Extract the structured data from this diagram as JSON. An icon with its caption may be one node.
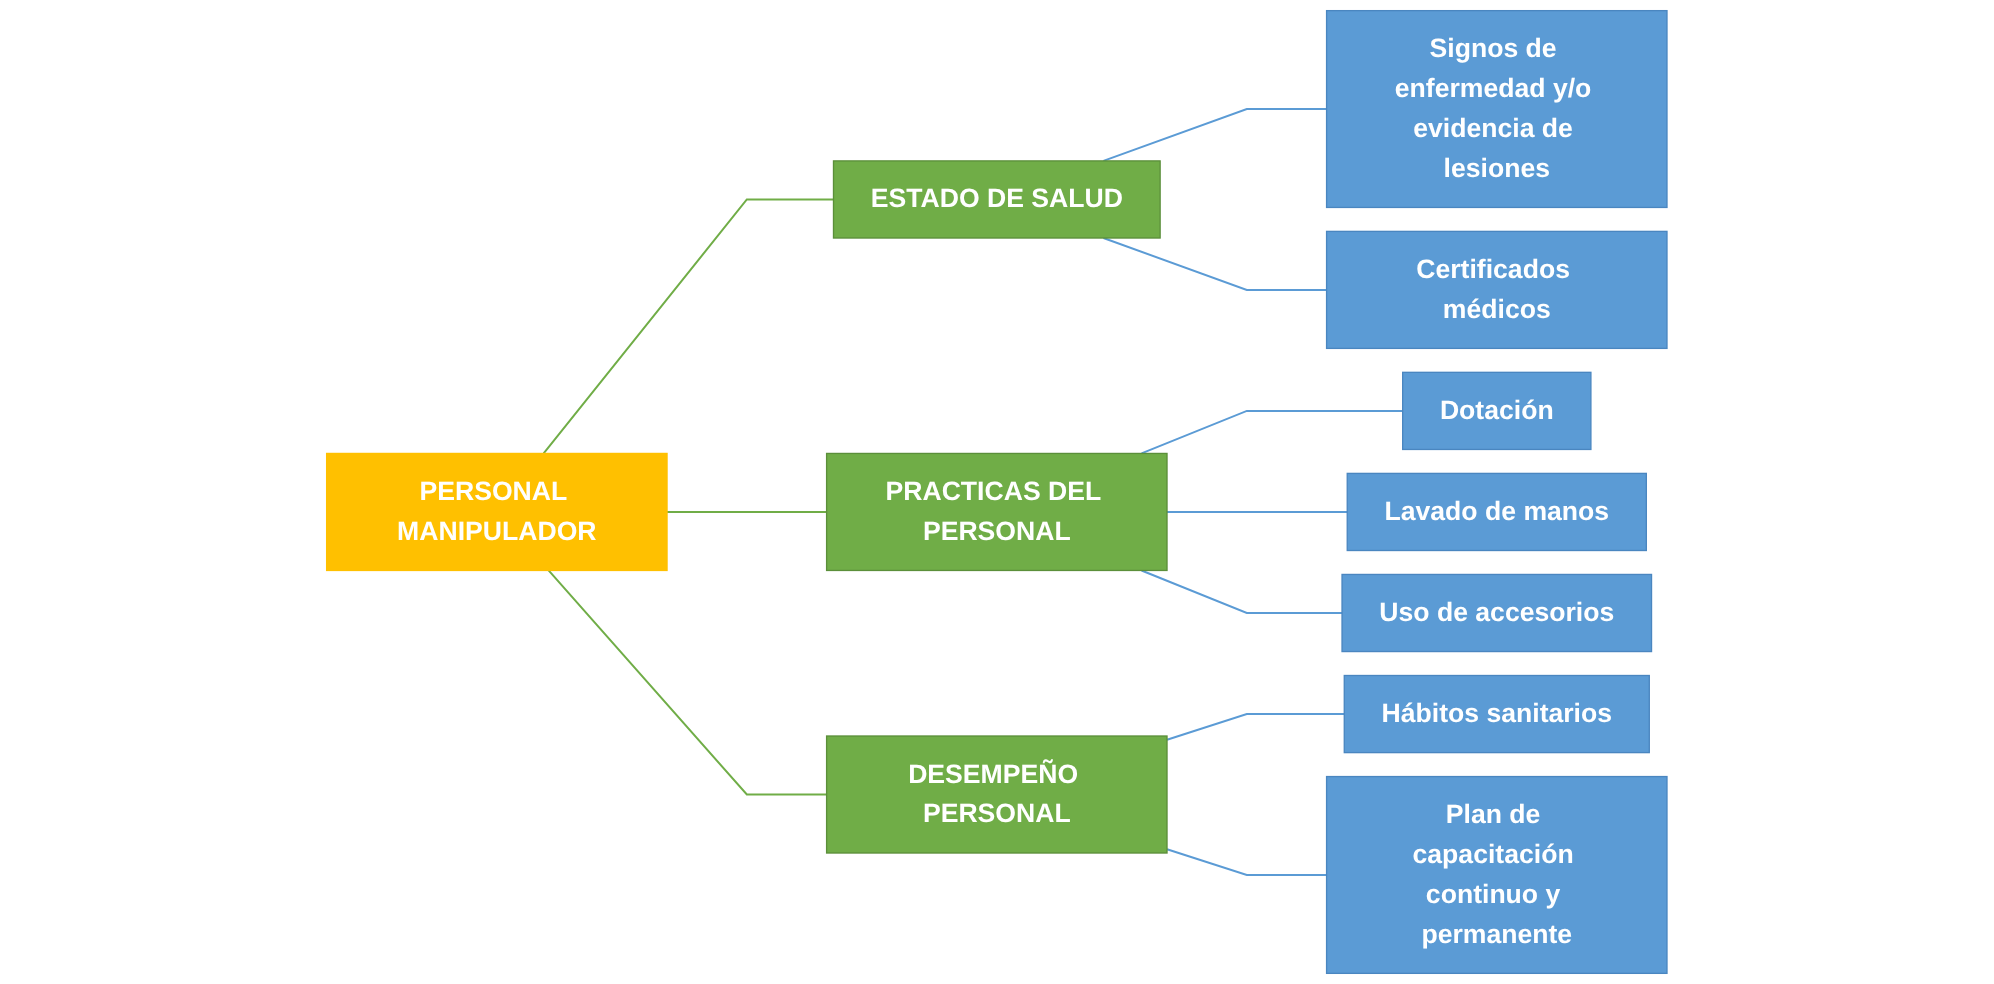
{
  "diagram": {
    "nodes": [
      {
        "text": [
          "PERSONAL MANIPULADOR"
        ]
      },
      {
        "text": [
          "ESTADO DE SALUD"
        ]
      },
      {
        "text": [
          "Signos de enfermedad y/o evidencia de lesiones"
        ]
      },
      {
        "text": [
          "Certificados médicos"
        ]
      },
      {
        "text": [
          "PRACTICAS DEL PERSONAL"
        ]
      },
      {
        "text": [
          "Dotación"
        ]
      },
      {
        "text": [
          "Lavado de manos"
        ]
      },
      {
        "text": [
          "Uso de accesorios"
        ]
      },
      {
        "text": [
          "DESEMPEÑO PERSONAL"
        ]
      },
      {
        "text": [
          "Hábitos sanitarios"
        ]
      },
      {
        "text": [
          "Plan de capacitación continuo y permanente"
        ]
      }
    ],
    "edges": [
      {
        "from": 0,
        "to": 1,
        "arrow": "none",
        "color": "#70ad47"
      },
      {
        "from": 0,
        "to": 4,
        "arrow": "none",
        "color": "#70ad47"
      },
      {
        "from": 0,
        "to": 8,
        "arrow": "none",
        "color": "#70ad47"
      },
      {
        "from": 1,
        "to": 2,
        "arrow": "none"
      },
      {
        "from": 1,
        "to": 3,
        "arrow": "none"
      },
      {
        "from": 4,
        "to": 5,
        "arrow": "none"
      },
      {
        "from": 4,
        "to": 6,
        "arrow": "none"
      },
      {
        "from": 4,
        "to": 7,
        "arrow": "none"
      },
      {
        "from": 8,
        "to": 9,
        "arrow": "none"
      },
      {
        "from": 8,
        "to": 10,
        "arrow": "none"
      }
    ]
  }
}
